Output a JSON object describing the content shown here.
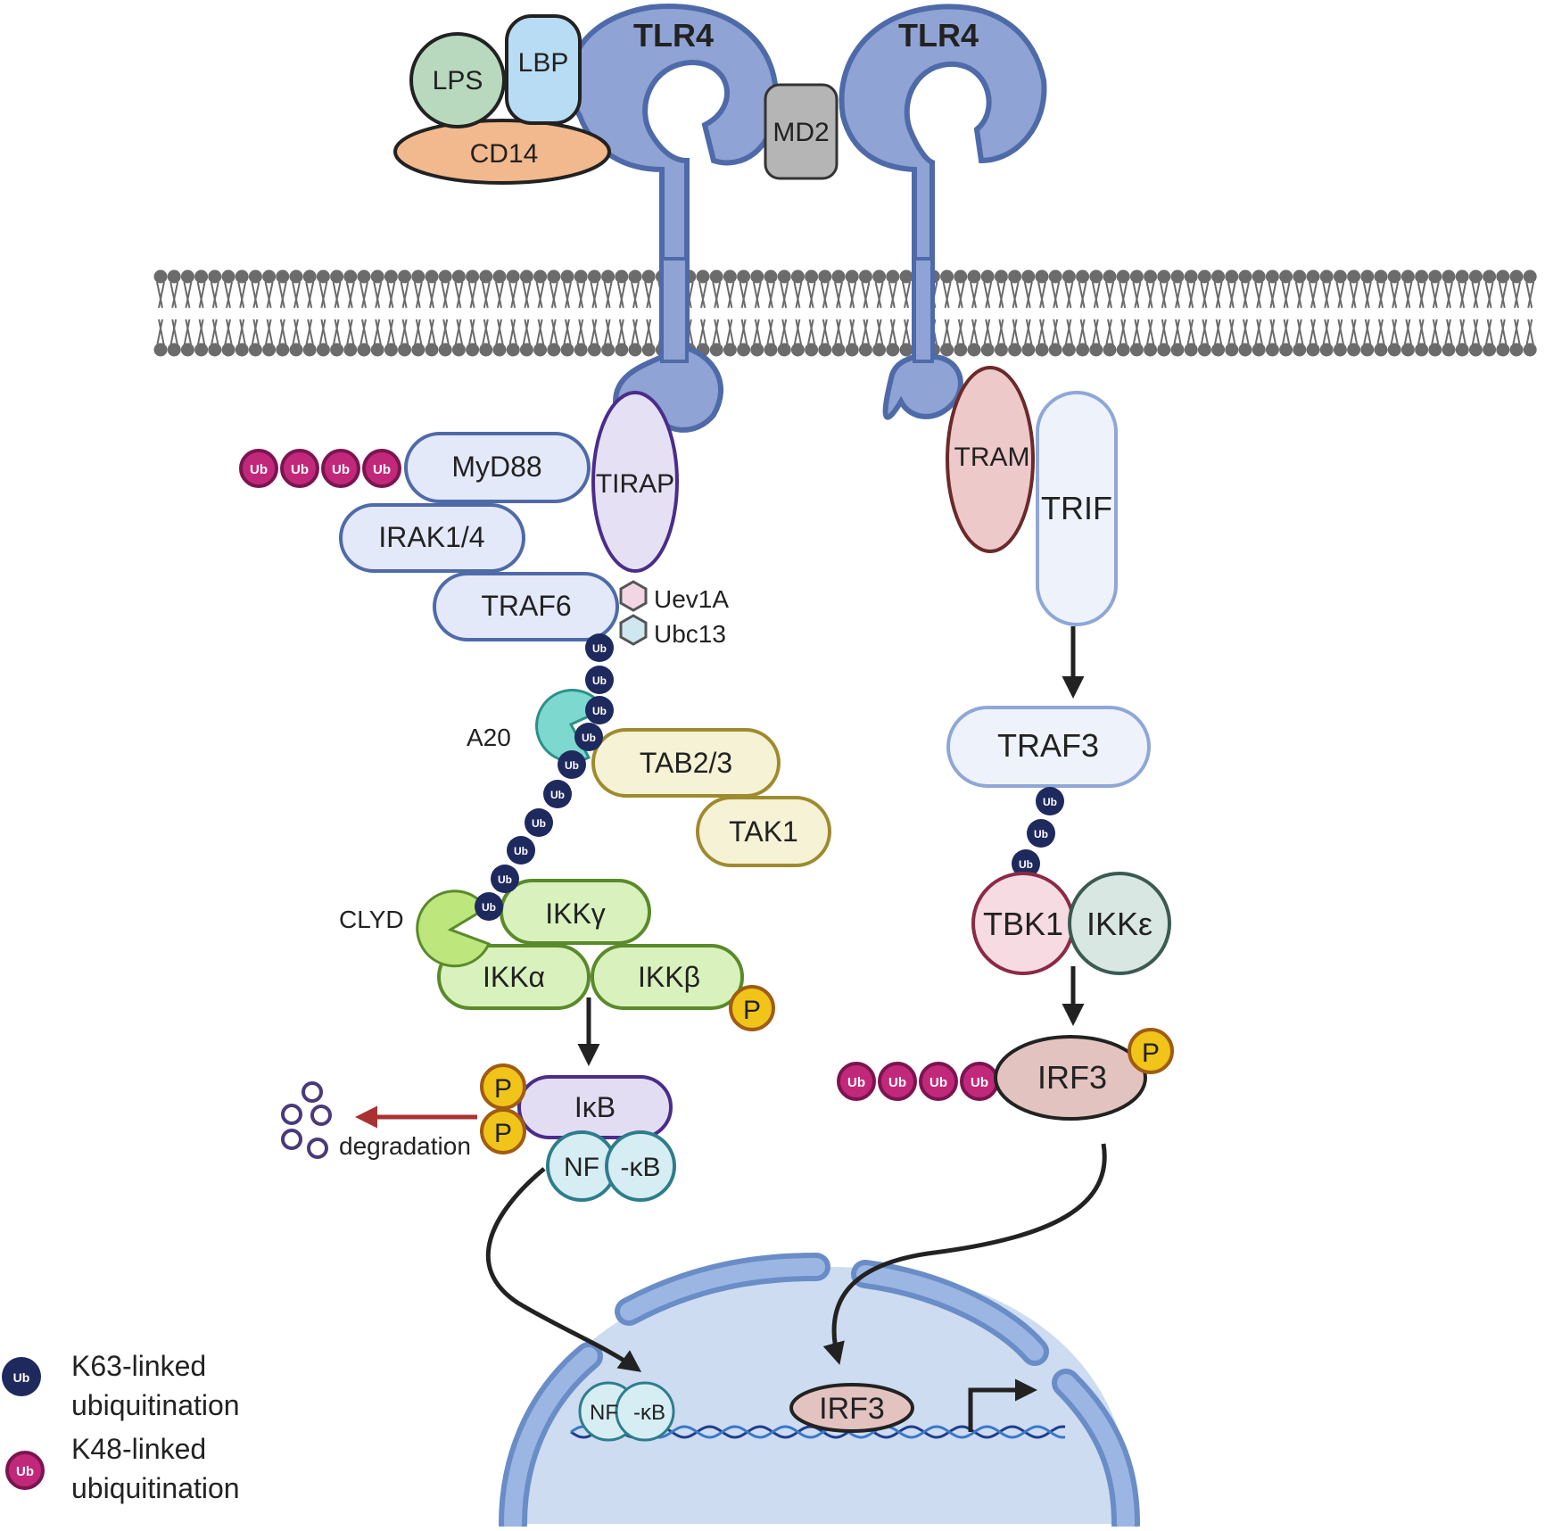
{
  "labels": {
    "lps": "LPS",
    "lbp": "LBP",
    "cd14": "CD14",
    "tlr4_left": "TLR4",
    "tlr4_right": "TLR4",
    "md2": "MD2",
    "myd88": "MyD88",
    "tirap": "TIRAP",
    "irak": "IRAK1/4",
    "traf6": "TRAF6",
    "uev1a": "Uev1A",
    "ubc13": "Ubc13",
    "a20": "A20",
    "tab23": "TAB2/3",
    "tak1": "TAK1",
    "clyd": "CLYD",
    "ikk_gamma": "IKKγ",
    "ikk_alpha": "IKKα",
    "ikk_beta": "IKKβ",
    "ikb": "IκB",
    "nf": "NF",
    "kb": "-κB",
    "degradation": "degradation",
    "tram": "TRAM",
    "trif": "TRIF",
    "traf3": "TRAF3",
    "tbk1": "TBK1",
    "ikk_epsilon": "IKKε",
    "irf3": "IRF3",
    "nuc_nf": "NF",
    "nuc_kb": "-κB",
    "nuc_irf3": "IRF3",
    "phospho": "P",
    "ub": "Ub"
  },
  "legend": {
    "k63_line1": "K63-linked",
    "k63_line2": "ubiquitination",
    "k48_line1": "K48-linked",
    "k48_line2": "ubiquitination"
  },
  "colors": {
    "tlr4": "#8fa3d4",
    "tlr4_stroke": "#4f6aa8",
    "k63_ub": "#1e2a5e",
    "k48_ub": "#c2287a",
    "phospho": "#f0c419",
    "nucleus": "#cddcf0",
    "membrane_head": "#6b6b6b",
    "degradation_arrow": "#a83232"
  }
}
